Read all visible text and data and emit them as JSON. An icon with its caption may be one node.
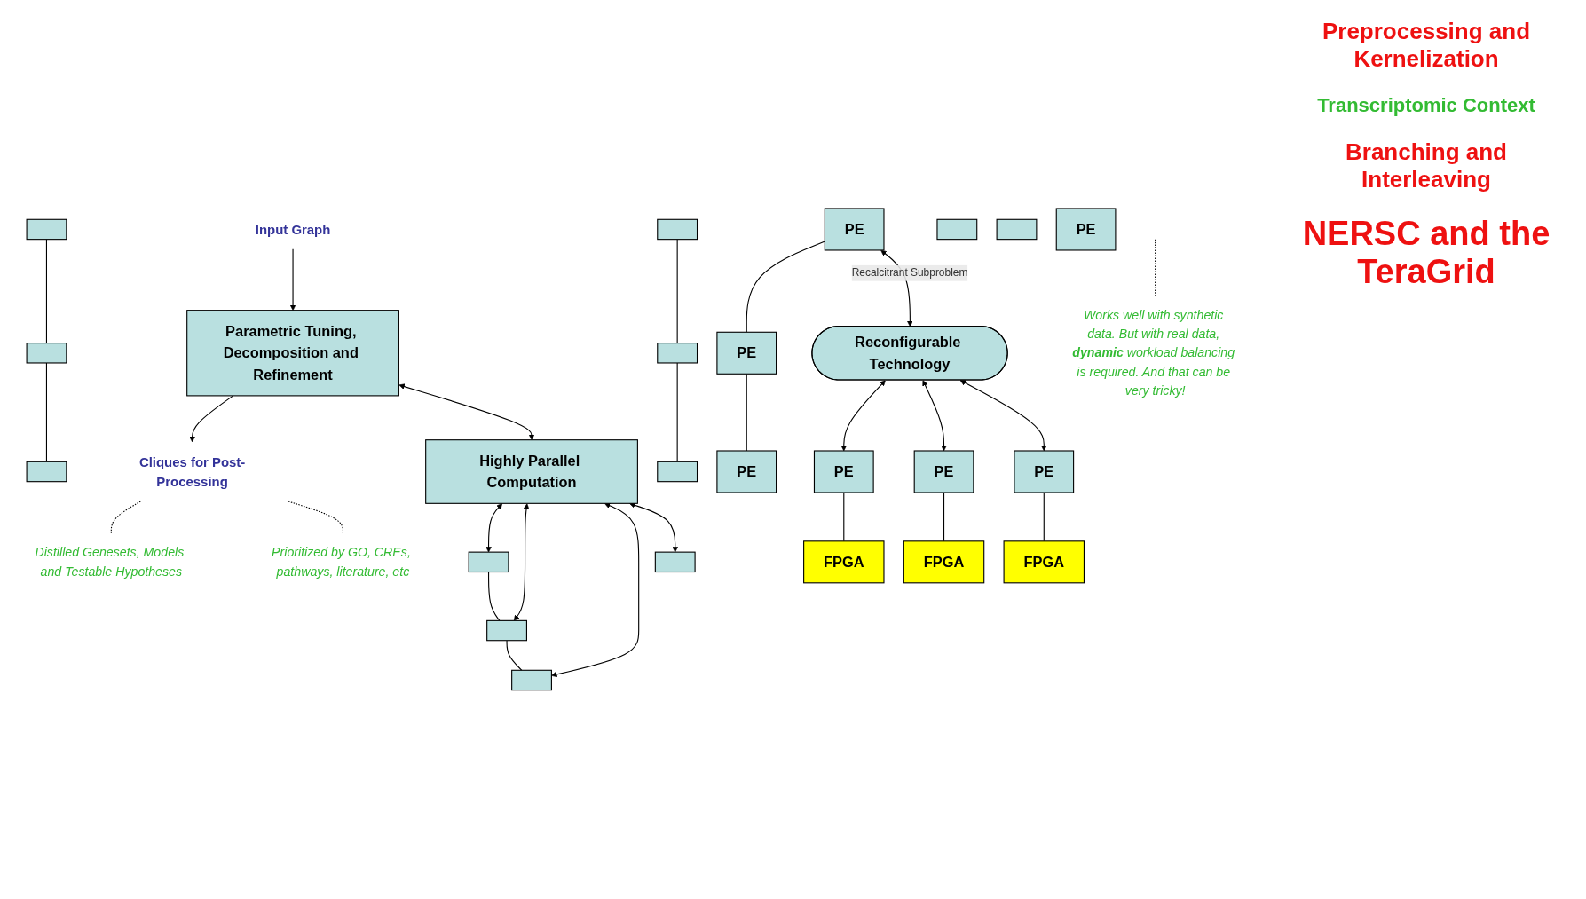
{
  "diagram": {
    "title": "NERSC and the TeraGrid",
    "nodes": [
      {
        "text": [
          "Input Graph"
        ]
      },
      {
        "text": [
          "Parametric Tuning, Decomposition and Refinement"
        ]
      },
      {
        "text": [
          "Cliques for Post-Processing"
        ]
      },
      {
        "text": [
          "Highly Parallel Computation"
        ]
      },
      {
        "text": [
          "Distilled Genesets, Models and Testable Hypotheses"
        ]
      },
      {
        "text": [
          "Prioritized by GO, CREs, pathways, literature, etc"
        ]
      },
      {
        "text": [],
        "shape": "box"
      },
      {
        "text": [],
        "shape": "box"
      },
      {
        "text": [],
        "shape": "box"
      },
      {
        "text": [
          "PE"
        ]
      },
      {
        "text": [],
        "shape": "box"
      },
      {
        "text": [],
        "shape": "box"
      },
      {
        "text": [],
        "shape": "box"
      },
      {
        "text": [
          "PE"
        ]
      },
      {
        "text": [],
        "shape": "box"
      },
      {
        "text": [],
        "shape": "box"
      },
      {
        "text": [],
        "shape": "box"
      },
      {
        "text": [
          "PE"
        ]
      },
      {
        "text": [],
        "shape": "box"
      },
      {
        "text": [],
        "shape": "box"
      },
      {
        "text": [],
        "shape": "box"
      },
      {
        "text": [
          "PE"
        ]
      },
      {
        "text": [
          "Reconfigurable Technology"
        ]
      },
      {
        "text": [
          "PE"
        ]
      },
      {
        "text": [
          "PE"
        ]
      },
      {
        "text": [
          "PE"
        ]
      },
      {
        "text": [
          "FPGA"
        ]
      },
      {
        "text": [
          "FPGA"
        ]
      },
      {
        "text": [
          "FPGA"
        ]
      },
      {
        "text": [
          "Works well with synthetic data. But with real data, **dynamic** workload balancing is required. And that can be very tricky!"
        ]
      }
    ],
    "edges": [
      {
        "from": 0,
        "to": 1,
        "arrow": "to"
      },
      {
        "from": 1,
        "to": 2,
        "arrow": "to"
      },
      {
        "from": 1,
        "to": 3,
        "arrow": "both"
      },
      {
        "from": 2,
        "to": 4,
        "arrow": "none",
        "style": "dashed"
      },
      {
        "from": 2,
        "to": 5,
        "arrow": "none",
        "style": "dashed"
      },
      {
        "from": 3,
        "to": 6,
        "arrow": "both"
      },
      {
        "from": 3,
        "to": 10,
        "arrow": "both"
      },
      {
        "from": 3,
        "to": 14,
        "arrow": "both"
      },
      {
        "from": 3,
        "to": 18,
        "arrow": "both"
      },
      {
        "from": 6,
        "to": 10,
        "arrow": "none"
      },
      {
        "from": 10,
        "to": 14,
        "arrow": "none"
      },
      {
        "from": 7,
        "to": 11,
        "arrow": "none"
      },
      {
        "from": 11,
        "to": 15,
        "arrow": "none"
      },
      {
        "from": 8,
        "to": 12,
        "arrow": "none"
      },
      {
        "from": 12,
        "to": 16,
        "arrow": "none"
      },
      {
        "from": 9,
        "to": 13,
        "arrow": "none"
      },
      {
        "from": 13,
        "to": 17,
        "arrow": "none"
      },
      {
        "from": 9,
        "to": 22,
        "arrow": "both",
        "label": "Recalcitrant Subproblem"
      },
      {
        "from": 22,
        "to": 23,
        "arrow": "both"
      },
      {
        "from": 22,
        "to": 24,
        "arrow": "both"
      },
      {
        "from": 22,
        "to": 25,
        "arrow": "both"
      },
      {
        "from": 23,
        "to": 26,
        "arrow": "none"
      },
      {
        "from": 24,
        "to": 27,
        "arrow": "none"
      },
      {
        "from": 25,
        "to": 28,
        "arrow": "none"
      },
      {
        "from": null,
        "to": 29,
        "arrow": "none",
        "style": "dashed"
      }
    ],
    "labels": [
      "Preprocessing and Kernelization",
      "Transcriptomic Context",
      "Branching and Interleaving"
    ]
  }
}
